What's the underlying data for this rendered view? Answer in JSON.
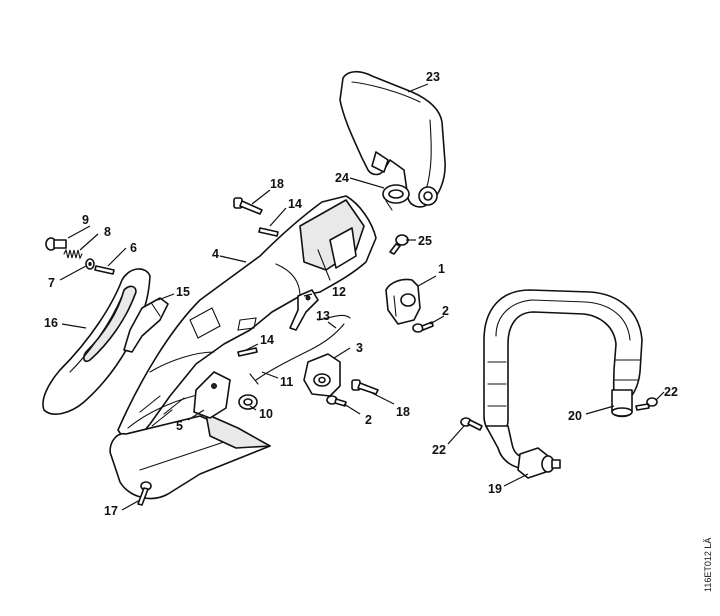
{
  "labels": [
    "1",
    "2",
    "2",
    "3",
    "4",
    "5",
    "6",
    "7",
    "8",
    "9",
    "10",
    "11",
    "12",
    "13",
    "14",
    "14",
    "15",
    "16",
    "17",
    "18",
    "18",
    "19",
    "20",
    "22",
    "22",
    "23",
    "24",
    "25"
  ],
  "drawing_code": "116ET012 LÄ"
}
